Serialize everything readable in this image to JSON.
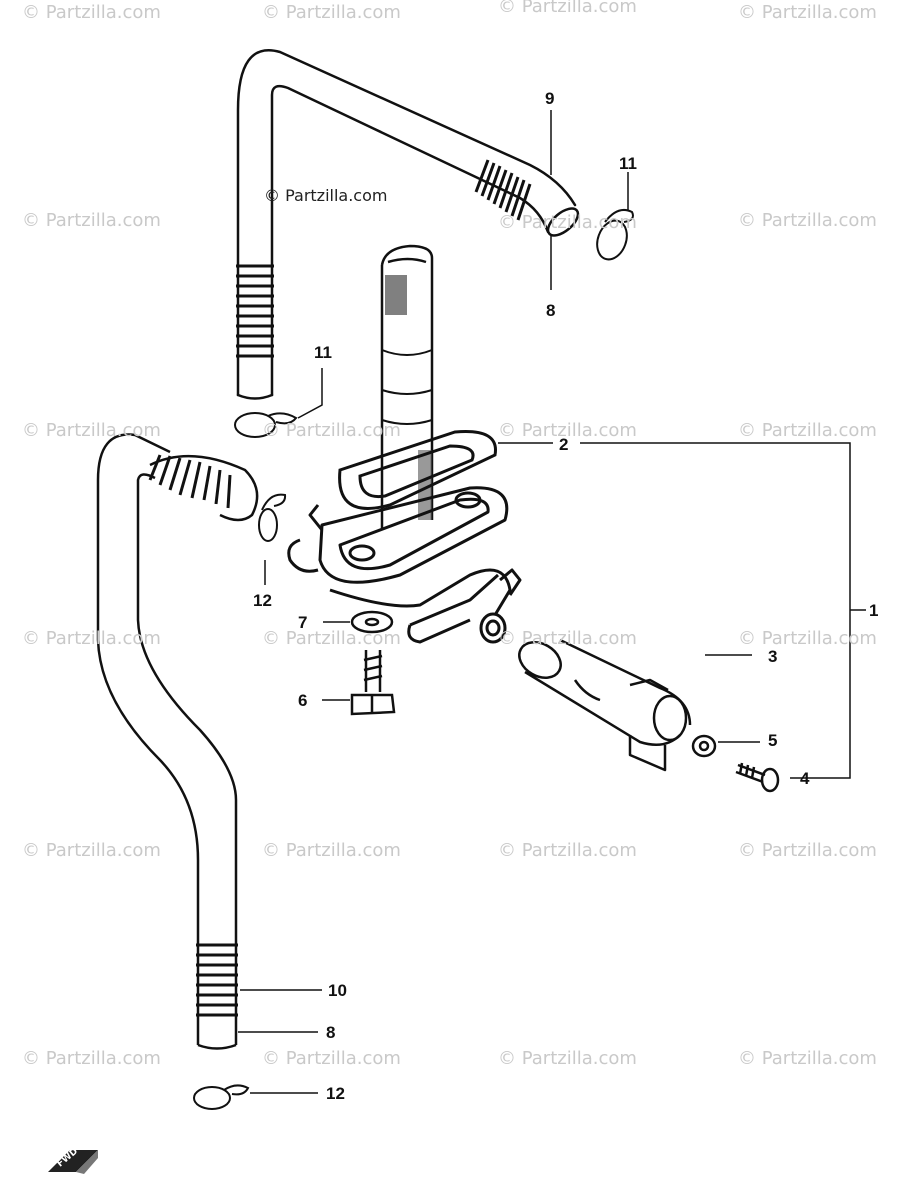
{
  "watermark": {
    "text": "© Partzilla.com",
    "dark_text": "© Partzilla.com"
  },
  "callouts": {
    "c1": "1",
    "c2": "2",
    "c3": "3",
    "c4": "4",
    "c5": "5",
    "c6": "6",
    "c7": "7",
    "c8_top": "8",
    "c8_bottom": "8",
    "c9": "9",
    "c10": "10",
    "c11_top": "11",
    "c11_left": "11",
    "c12_mid": "12",
    "c12_bottom": "12"
  },
  "badge": {
    "text": "FWD"
  },
  "colors": {
    "line": "#111111",
    "watermark": "#c9c9c9",
    "background": "#ffffff"
  }
}
